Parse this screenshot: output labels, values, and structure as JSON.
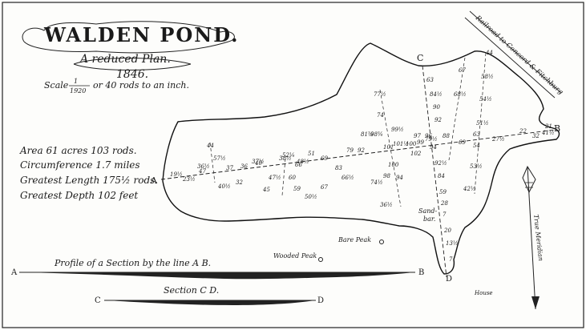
{
  "title": {
    "main": "WALDEN POND.",
    "subtitle": "A reduced Plan.",
    "year": "1846.",
    "scale_prefix": "Scale",
    "scale_num": "1",
    "scale_den": "1920",
    "scale_suffix": "or 40 rods to an inch."
  },
  "stats": {
    "area": "Area 61 acres 103 rods.",
    "circumference": "Circumference 1.7 miles",
    "length": "Greatest Length 175½ rods.",
    "depth": "Greatest Depth 102 feet"
  },
  "labels": {
    "a": "A",
    "b": "B",
    "c": "C",
    "d": "D",
    "railroad": "Railroad to Concord & Fitchburg",
    "meridian": "True Meridian",
    "bare_peak": "Bare Peak",
    "wooded_peak": "Wooded Peak",
    "house": "House",
    "sand_bar_1": "Sand-",
    "sand_bar_2": "bar."
  },
  "profiles": {
    "ab_title": "Profile of a Section by the line A B.",
    "ab_a": "A",
    "ab_b": "B",
    "cd_title": "Section C D.",
    "cd_c": "C",
    "cd_d": "D"
  },
  "soundings": [
    "19½",
    "23½",
    "47",
    "57½",
    "44",
    "37",
    "40½",
    "32",
    "36",
    "40",
    "37½",
    "36½",
    "47½",
    "38½",
    "45",
    "60",
    "59",
    "66",
    "52¼",
    "48½",
    "51",
    "69",
    "83",
    "67",
    "50½",
    "66½",
    "79",
    "92",
    "74½",
    "77½",
    "74",
    "81¾",
    "98¾",
    "101",
    "100",
    "99½",
    "101½",
    "102",
    "98",
    "94",
    "100",
    "99",
    "96",
    "94",
    "88",
    "97",
    "79½",
    "63",
    "84½",
    "90",
    "92",
    "92½",
    "84",
    "59",
    "28",
    "7",
    "20",
    "13½",
    "7",
    "36½",
    "67",
    "68½",
    "58½",
    "44",
    "54½",
    "51½",
    "69",
    "63",
    "54",
    "27½",
    "22",
    "32",
    "21",
    "41½",
    "53½",
    "42½"
  ]
}
